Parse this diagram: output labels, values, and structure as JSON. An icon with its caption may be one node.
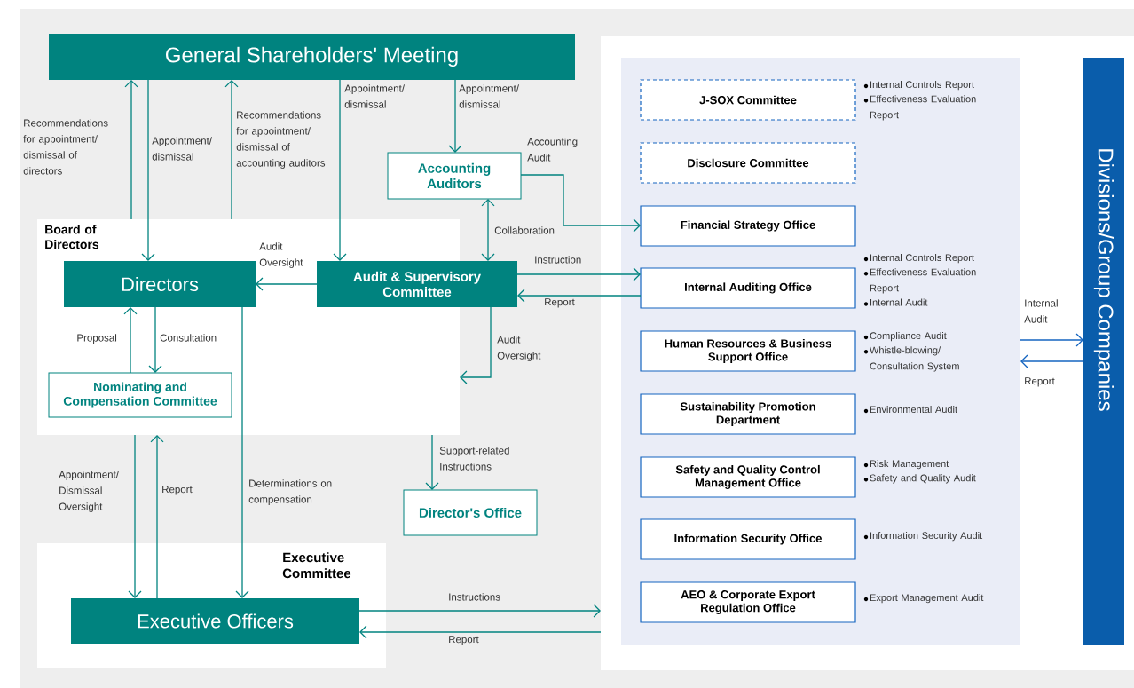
{
  "diagram": {
    "nodes": [
      {
        "text": [
          "General Shareholders' Meeting"
        ]
      },
      {
        "text": [
          "Board of Directors"
        ]
      },
      {
        "text": [
          "Directors"
        ],
        "in": 1
      },
      {
        "text": [
          "Audit & Supervisory Committee"
        ]
      },
      {
        "text": [
          "Nominating and Compensation Committee"
        ],
        "in": 1
      },
      {
        "text": [
          "Accounting Auditors"
        ]
      },
      {
        "text": [
          "Director's Office"
        ]
      },
      {
        "text": [
          "Executive Committee"
        ]
      },
      {
        "text": [
          "Executive Officers"
        ],
        "in": 7
      },
      {
        "text": [],
        "shape": "box"
      },
      {
        "text": [],
        "shape": "box",
        "in": 9
      },
      {
        "text": [
          "J-SOX Committee"
        ],
        "in": 10,
        "beside": [
          "Internal Controls Report",
          "Effectiveness Evaluation Report"
        ]
      },
      {
        "text": [
          "Disclosure Committee"
        ],
        "in": 10
      },
      {
        "text": [
          "Financial Strategy Office"
        ],
        "in": 10
      },
      {
        "text": [
          "Internal Auditing Office"
        ],
        "in": 10,
        "beside": [
          "Internal Controls Report",
          "Effectiveness Evaluation Report",
          "Internal Audit"
        ]
      },
      {
        "text": [
          "Human Resources & Business Support Office"
        ],
        "in": 10,
        "beside": [
          "Compliance Audit",
          "Whistle-blowing/ Consultation System"
        ]
      },
      {
        "text": [
          "Sustainability Promotion Department"
        ],
        "in": 10,
        "beside": [
          "Environmental Audit"
        ]
      },
      {
        "text": [
          "Safety and Quality Control Management Office"
        ],
        "in": 10,
        "beside": [
          "Risk Management",
          "Safety and Quality Audit"
        ]
      },
      {
        "text": [
          "Information Security Office"
        ],
        "in": 10,
        "beside": [
          "Information Security Audit"
        ]
      },
      {
        "text": [
          "AEO & Corporate Export Regulation Office"
        ],
        "in": 10,
        "beside": [
          "Export Management Audit"
        ]
      },
      {
        "text": [
          "Divisions/Group Companies"
        ],
        "in": 9
      }
    ],
    "edges": [
      {
        "from": 1,
        "to": 0,
        "arrow": "to",
        "label": "Recommendations for appointment/ dismissal of directors"
      },
      {
        "from": 0,
        "to": 2,
        "arrow": "to",
        "label": "Appointment/ dismissal"
      },
      {
        "from": 1,
        "to": 0,
        "arrow": "to",
        "label": "Recommendations for appointment/ dismissal of accounting auditors"
      },
      {
        "from": 0,
        "to": 3,
        "arrow": "to",
        "label": "Appointment/ dismissal"
      },
      {
        "from": 0,
        "to": 5,
        "arrow": "to",
        "label": "Appointment/ dismissal"
      },
      {
        "from": 5,
        "to": 13,
        "arrow": "to",
        "label": "Accounting Audit"
      },
      {
        "from": 5,
        "to": 3,
        "arrow": "both",
        "label": "Collaboration"
      },
      {
        "from": 3,
        "to": 2,
        "arrow": "to",
        "label": "Audit Oversight"
      },
      {
        "from": 3,
        "to": 14,
        "arrow": "to",
        "label": "Instruction"
      },
      {
        "from": 14,
        "to": 3,
        "arrow": "to",
        "label": "Report"
      },
      {
        "from": 3,
        "to": 1,
        "arrow": "to",
        "label": "Audit Oversight"
      },
      {
        "from": 2,
        "to": 4,
        "arrow": "to",
        "label": "Consultation"
      },
      {
        "from": 4,
        "to": 2,
        "arrow": "to",
        "label": "Proposal"
      },
      {
        "from": 1,
        "to": 8,
        "arrow": "to",
        "label": "Appointment/ Dismissal Oversight"
      },
      {
        "from": 8,
        "to": 1,
        "arrow": "to",
        "label": "Report"
      },
      {
        "from": 2,
        "to": 8,
        "arrow": "to",
        "label": "Determinations on compensation"
      },
      {
        "from": 1,
        "to": 6,
        "arrow": "to",
        "label": "Support-related Instructions"
      },
      {
        "from": 8,
        "to": 9,
        "arrow": "to",
        "label": "Instructions"
      },
      {
        "from": 9,
        "to": 8,
        "arrow": "to",
        "label": "Report"
      },
      {
        "from": 10,
        "to": 20,
        "arrow": "to",
        "label": "Internal Audit",
        "color": "#1565c0"
      },
      {
        "from": 20,
        "to": 10,
        "arrow": "to",
        "label": "Report",
        "color": "#1565c0"
      }
    ]
  }
}
